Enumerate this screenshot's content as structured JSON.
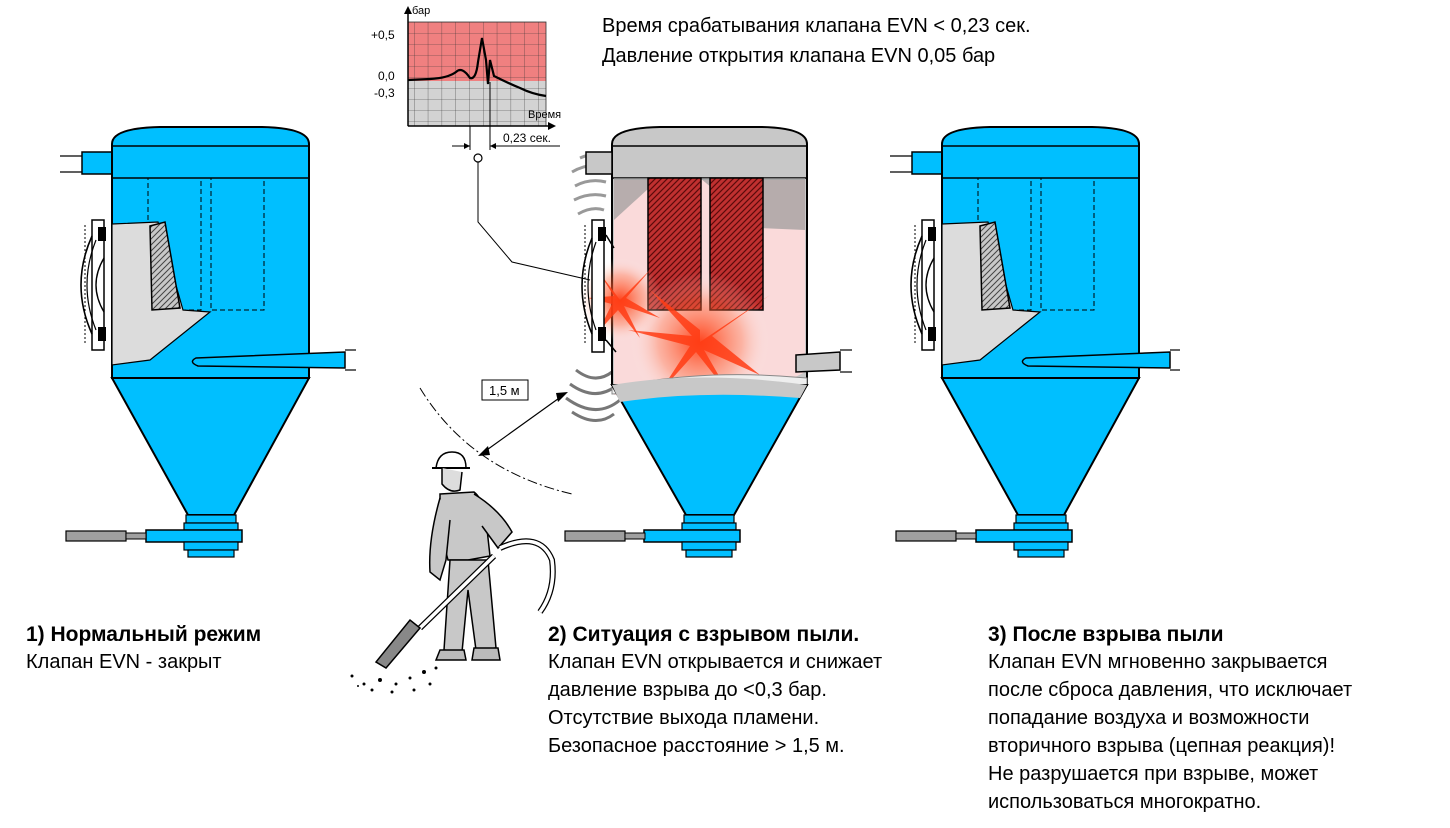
{
  "header": {
    "line1": "Время срабатывания клапана EVN < 0,23 сек.",
    "line2": "Давление открытия клапана EVN 0,05 бар"
  },
  "graph": {
    "y_unit": "бар",
    "x_label": "Время",
    "tick_pos": "+0,5",
    "tick_zero": "0,0",
    "tick_neg": "-0,3",
    "interval_label": "0,23 сек."
  },
  "distance_label": "1,5 м",
  "captions": {
    "normal": {
      "title": "1) Нормальный режим",
      "lines": [
        "Клапан EVN - закрыт"
      ]
    },
    "explosion": {
      "title": "2) Ситуация с взрывом пыли.",
      "lines": [
        "Клапан EVN открывается и снижает",
        "давление взрыва до <0,3 бар.",
        "Отсутствие выхода пламени.",
        "Безопасное расстояние > 1,5 м."
      ]
    },
    "after": {
      "title": "3) После взрыва пыли",
      "lines": [
        "Клапан EVN мгновенно закрывается",
        "после сброса давления, что исключает",
        "попадание воздуха и возможности",
        "вторичного взрыва (цепная реакция)!",
        "Не разрушается при взрыве, может",
        "использоваться многократно."
      ]
    }
  },
  "colors": {
    "vessel_blue": "#00BFFF",
    "valve_gray": "#DCDCDC",
    "filter_red": "#C03030",
    "flame_red": "#FF3C14",
    "graph_positive_zone": "#F08080",
    "graph_negative_zone": "#D3D3D3"
  }
}
